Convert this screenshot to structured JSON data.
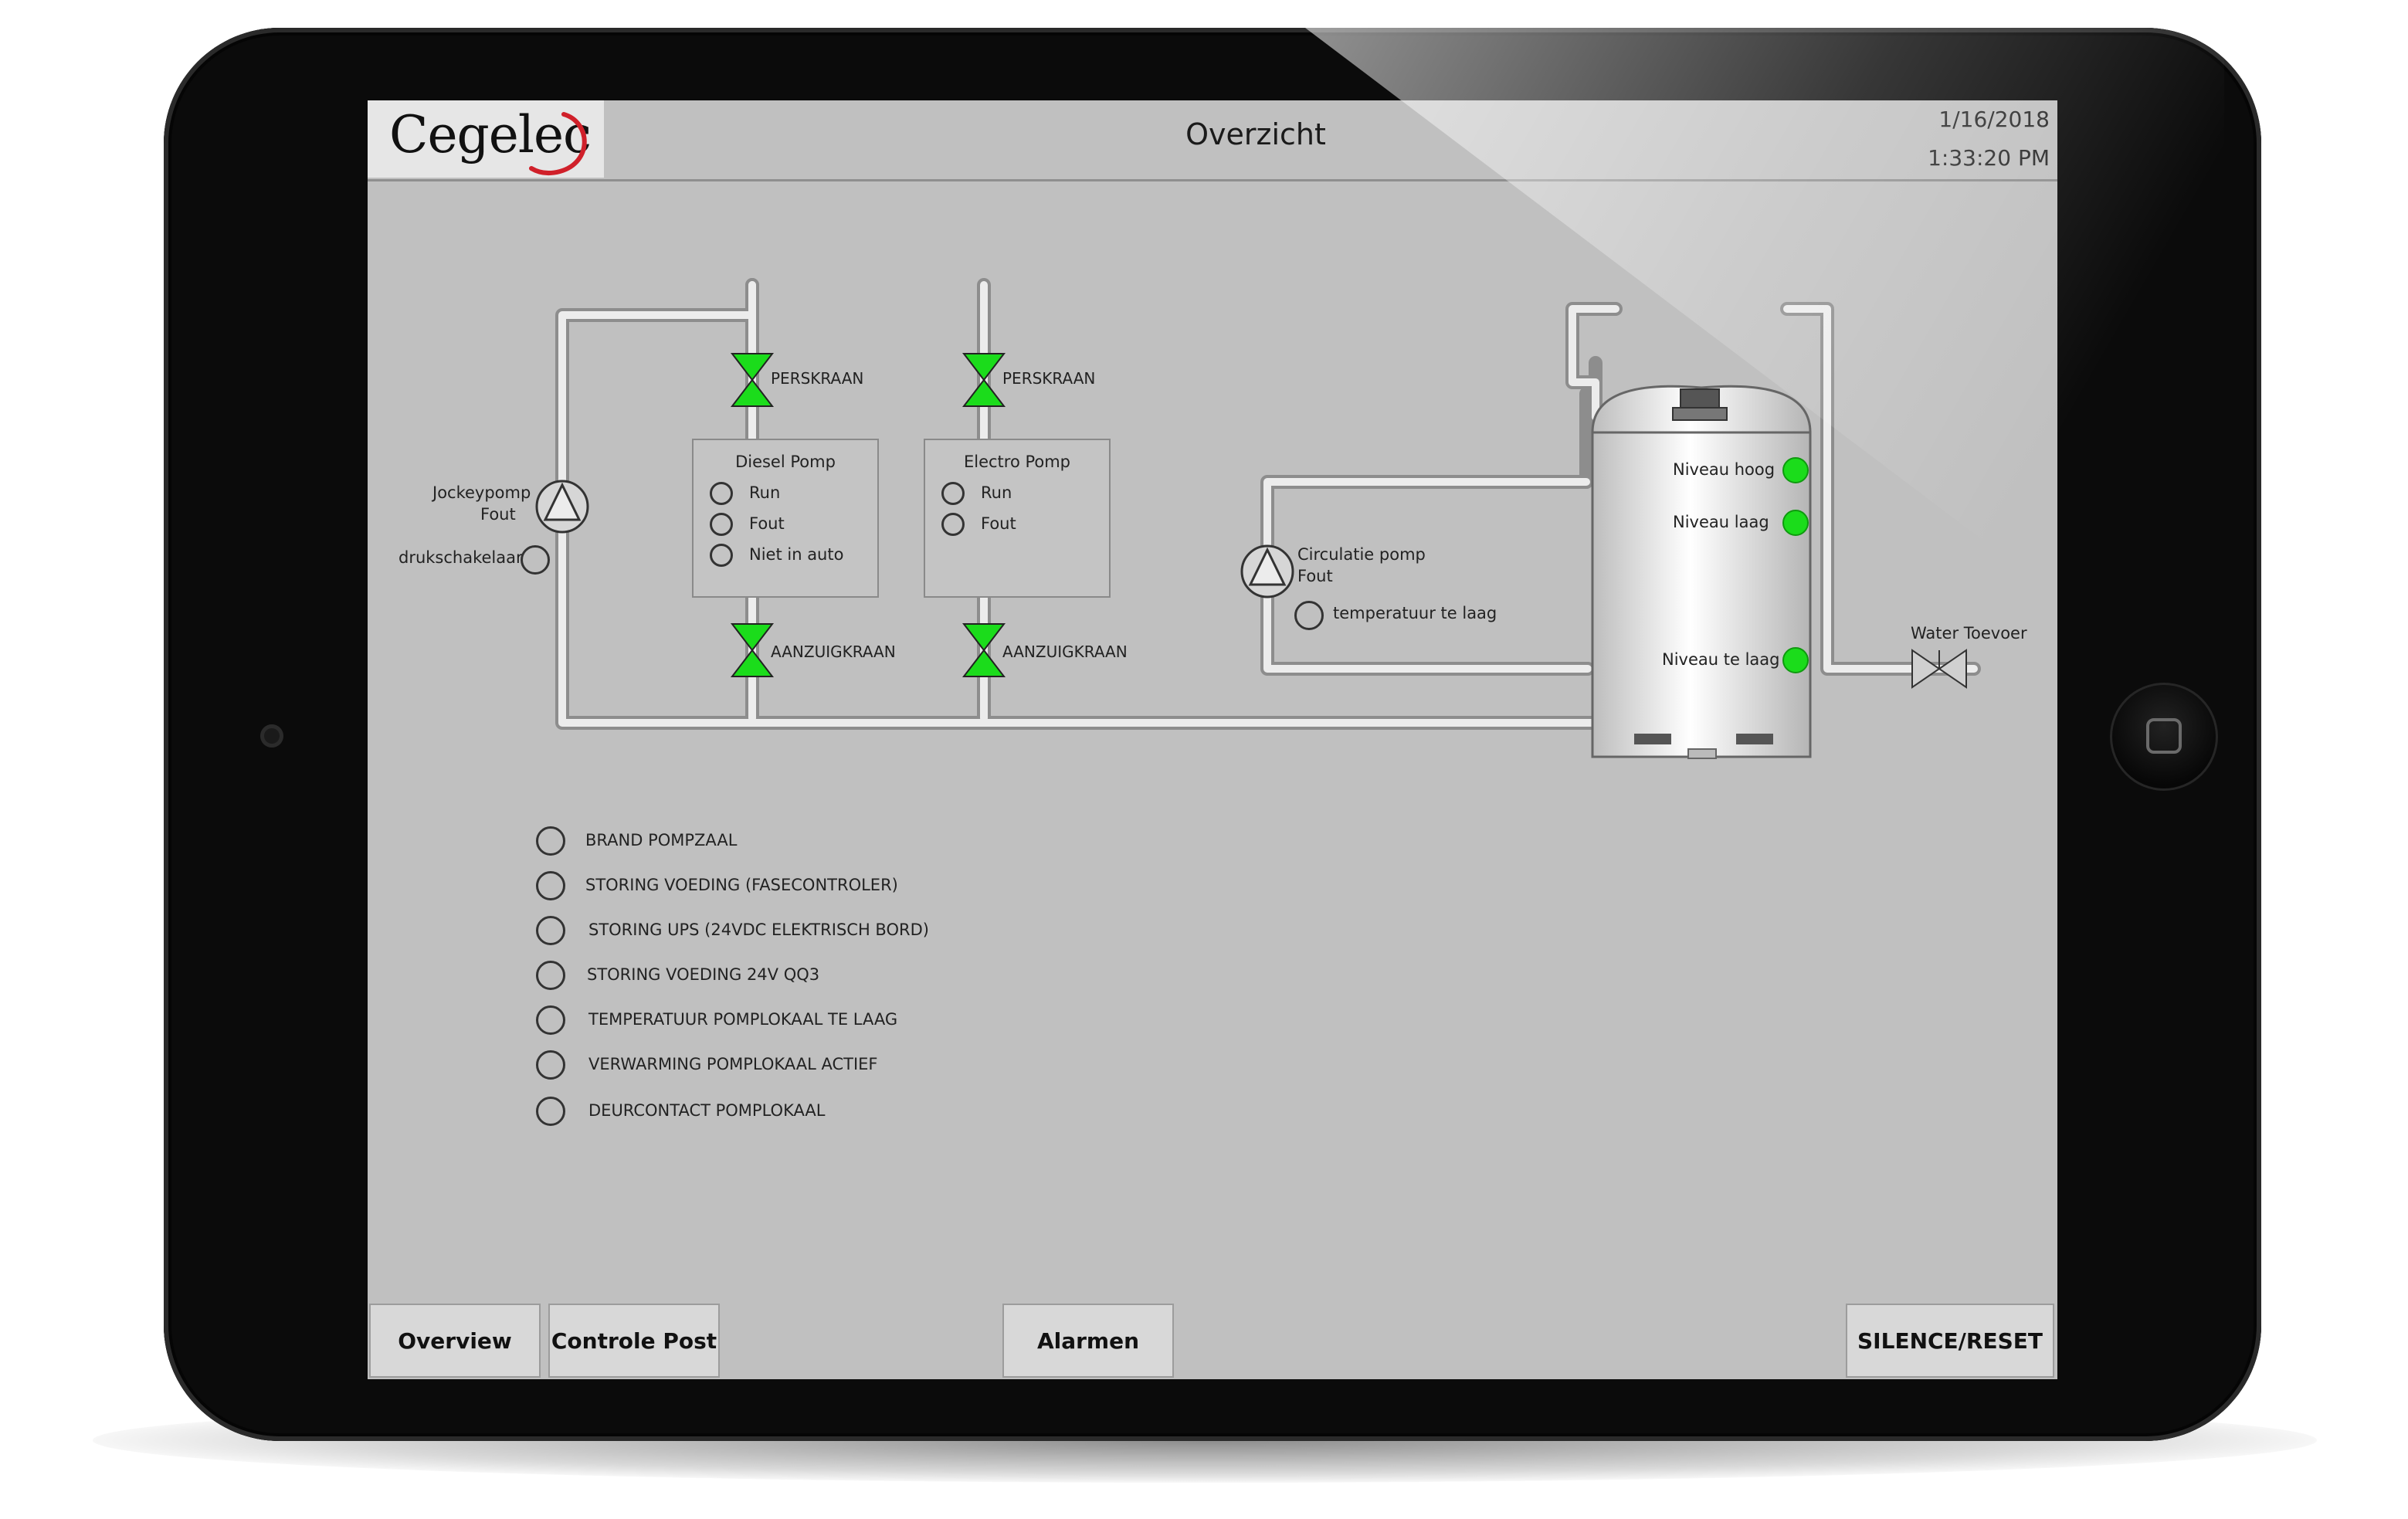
{
  "header": {
    "brand": "Cegelec",
    "title": "Overzicht",
    "date": "1/16/2018",
    "time": "1:33:20 PM"
  },
  "diagram": {
    "jockey_pump_label": "Jockeypomp",
    "jockey_pump_fault": "Fout",
    "pressure_switch": "drukschakelaar",
    "diesel": {
      "title": "Diesel Pomp",
      "run": "Run",
      "fault": "Fout",
      "not_auto": "Niet in auto",
      "discharge_valve": "PERSKRAAN",
      "suction_valve": "AANZUIGKRAAN"
    },
    "electro": {
      "title": "Electro Pomp",
      "run": "Run",
      "fault": "Fout",
      "discharge_valve": "PERSKRAAN",
      "suction_valve": "AANZUIGKRAAN"
    },
    "circulation": {
      "label": "Circulatie pomp",
      "fault": "Fout",
      "temp_low": "temperatuur te laag"
    },
    "tank": {
      "level_high": "Niveau hoog",
      "level_low": "Niveau laag",
      "level_too_low": "Niveau te laag"
    },
    "water_supply": "Water Toevoer",
    "colors": {
      "valve_green": "#1bdc1b",
      "led_green": "#1bdc1b",
      "pipe": "#e8e8e8"
    }
  },
  "alarms": [
    "BRAND POMPZAAL",
    "STORING VOEDING (FASECONTROLER)",
    "STORING UPS (24VDC ELEKTRISCH BORD)",
    "STORING VOEDING 24V QQ3",
    "TEMPERATUUR POMPLOKAAL TE LAAG",
    "VERWARMING POMPLOKAAL ACTIEF",
    "DEURCONTACT POMPLOKAAL"
  ],
  "nav": {
    "overview": "Overview",
    "controle_post": "Controle Post",
    "alarmen": "Alarmen",
    "silence_reset": "SILENCE/RESET"
  }
}
